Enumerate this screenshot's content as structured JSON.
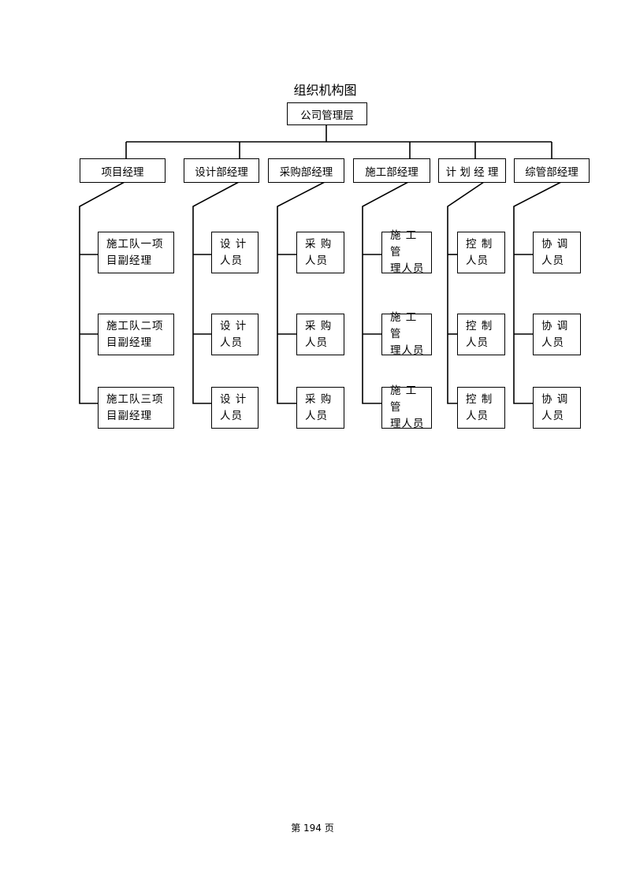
{
  "title": "组织机构图",
  "top": "公司管理层",
  "departments": [
    {
      "label": "项目经理",
      "children": [
        [
          "施工队一项",
          "目副经理"
        ],
        [
          "施工队二项",
          "目副经理"
        ],
        [
          "施工队三项",
          "目副经理"
        ]
      ]
    },
    {
      "label": "设计部经理",
      "children": [
        [
          "设 计",
          "人员"
        ],
        [
          "设 计",
          "人员"
        ],
        [
          "设 计",
          "人员"
        ]
      ]
    },
    {
      "label": "采购部经理",
      "children": [
        [
          "采 购",
          "人员"
        ],
        [
          "采 购",
          "人员"
        ],
        [
          "采 购",
          "人员"
        ]
      ]
    },
    {
      "label": "施工部经理",
      "children": [
        [
          "施 工 管",
          "理人员"
        ],
        [
          "施 工 管",
          "理人员"
        ],
        [
          "施 工 管",
          "理人员"
        ]
      ]
    },
    {
      "label": "计 划 经 理",
      "children": [
        [
          "控 制",
          "人员"
        ],
        [
          "控 制",
          "人员"
        ],
        [
          "控 制",
          "人员"
        ]
      ]
    },
    {
      "label": "综管部经理",
      "children": [
        [
          "协 调",
          "人员"
        ],
        [
          "协 调",
          "人员"
        ],
        [
          "协 调",
          "人员"
        ]
      ]
    }
  ],
  "footer": "第 194 页"
}
